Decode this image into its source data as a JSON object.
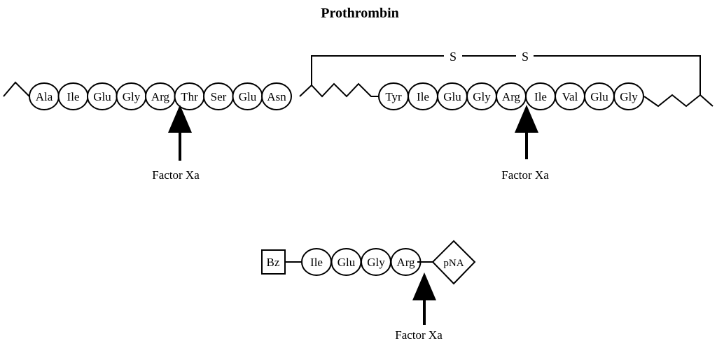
{
  "title": "Prothrombin",
  "chain_segment_1": [
    "Ala",
    "Ile",
    "Glu",
    "Gly",
    "Arg",
    "Thr",
    "Ser",
    "Glu",
    "Asn"
  ],
  "chain_segment_2": [
    "Tyr",
    "Ile",
    "Glu",
    "Gly",
    "Arg",
    "Ile",
    "Val",
    "Glu",
    "Gly"
  ],
  "disulfide": {
    "left": "S",
    "right": "S"
  },
  "cleavage_label_1": "Factor Xa",
  "cleavage_label_2": "Factor Xa",
  "substrate": {
    "n_terminal": "Bz",
    "residues": [
      "Ile",
      "Glu",
      "Gly",
      "Arg"
    ],
    "c_terminal": "pNA",
    "cleavage_label": "Factor Xa"
  }
}
